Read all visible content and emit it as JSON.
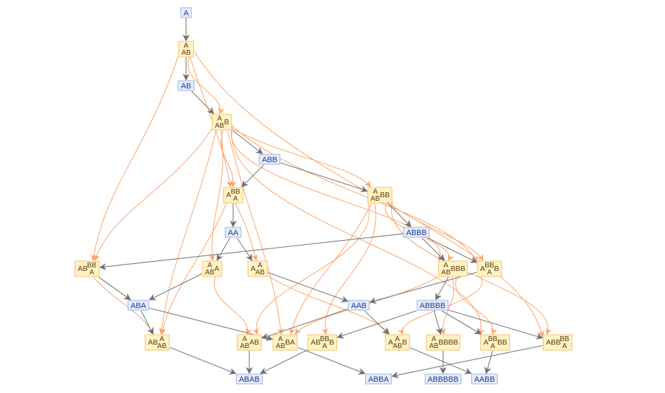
{
  "title": "Multiway system evolution graph",
  "colors": {
    "state_fill": "#e6ecfa",
    "state_stroke": "#a3b5e6",
    "state_text": "#1f3a8a",
    "event_fill": "#fff2c4",
    "event_stroke": "#f0c56e",
    "event_text": "#5a3a10",
    "state_edge": "#7a7a7a",
    "event_edge": "#f9a46a"
  },
  "states": [
    {
      "id": "s_A",
      "label": "A"
    },
    {
      "id": "s_AB",
      "label": "AB"
    },
    {
      "id": "s_ABB",
      "label": "ABB"
    },
    {
      "id": "s_AA",
      "label": "AA"
    },
    {
      "id": "s_ABBB",
      "label": "ABBB"
    },
    {
      "id": "s_ABA",
      "label": "ABA"
    },
    {
      "id": "s_AAB",
      "label": "AAB"
    },
    {
      "id": "s_ABBBB",
      "label": "ABBBB"
    },
    {
      "id": "s_ABAB",
      "label": "ABAB"
    },
    {
      "id": "s_ABBA",
      "label": "ABBA"
    },
    {
      "id": "s_ABBBBB",
      "label": "ABBBBB"
    },
    {
      "id": "s_AABB",
      "label": "AABB"
    }
  ],
  "events": [
    {
      "id": "e1",
      "pre": "",
      "top": "A",
      "bottom": "AB",
      "post": ""
    },
    {
      "id": "e2",
      "pre": "",
      "top": "A",
      "bottom": "AB",
      "post": "B"
    },
    {
      "id": "e3",
      "pre": "A",
      "top": "BB",
      "bottom": "A",
      "post": ""
    },
    {
      "id": "e4",
      "pre": "",
      "top": "A",
      "bottom": "AB",
      "post": "BB"
    },
    {
      "id": "e5",
      "pre": "AB",
      "top": "BB",
      "bottom": "A",
      "post": ""
    },
    {
      "id": "e6",
      "pre": "",
      "top": "A",
      "bottom": "AB",
      "post": "A"
    },
    {
      "id": "e7",
      "pre": "A",
      "top": "A",
      "bottom": "AB",
      "post": ""
    },
    {
      "id": "e8",
      "pre": "",
      "top": "A",
      "bottom": "AB",
      "post": "BBB"
    },
    {
      "id": "e9",
      "pre": "A",
      "top": "BB",
      "bottom": "A",
      "post": "B"
    },
    {
      "id": "e10",
      "pre": "AB",
      "top": "A",
      "bottom": "AB",
      "post": ""
    },
    {
      "id": "e11",
      "pre": "",
      "top": "A",
      "bottom": "AB",
      "post": "AB"
    },
    {
      "id": "e12",
      "pre": "",
      "top": "A",
      "bottom": "AB",
      "post": "BA"
    },
    {
      "id": "e13",
      "pre": "AB",
      "top": "BB",
      "bottom": "A",
      "post": "B"
    },
    {
      "id": "e14",
      "pre": "A",
      "top": "A",
      "bottom": "AB",
      "post": "B"
    },
    {
      "id": "e15",
      "pre": "",
      "top": "A",
      "bottom": "AB",
      "post": "BBBB"
    },
    {
      "id": "e16",
      "pre": "A",
      "top": "BB",
      "bottom": "A",
      "post": "BB"
    },
    {
      "id": "e17",
      "pre": "ABB",
      "top": "BB",
      "bottom": "A",
      "post": ""
    }
  ],
  "state_edges": [
    [
      "s_A",
      "e1"
    ],
    [
      "e1",
      "s_AB"
    ],
    [
      "s_AB",
      "e2"
    ],
    [
      "e2",
      "s_ABB"
    ],
    [
      "s_ABB",
      "e3"
    ],
    [
      "s_ABB",
      "e4"
    ],
    [
      "e3",
      "s_AA"
    ],
    [
      "e4",
      "s_ABBB"
    ],
    [
      "s_ABBB",
      "e5"
    ],
    [
      "s_ABBB",
      "e8"
    ],
    [
      "s_ABBB",
      "e9"
    ],
    [
      "s_AA",
      "e6"
    ],
    [
      "s_AA",
      "e7"
    ],
    [
      "e5",
      "s_ABA"
    ],
    [
      "e6",
      "s_ABA"
    ],
    [
      "e7",
      "s_AAB"
    ],
    [
      "e9",
      "s_AAB"
    ],
    [
      "e8",
      "s_ABBBB"
    ],
    [
      "s_ABA",
      "e10"
    ],
    [
      "s_ABA",
      "e12"
    ],
    [
      "s_AAB",
      "e11"
    ],
    [
      "s_AAB",
      "e14"
    ],
    [
      "s_ABBBB",
      "e13"
    ],
    [
      "s_ABBBB",
      "e15"
    ],
    [
      "s_ABBBB",
      "e16"
    ],
    [
      "s_ABBBB",
      "e17"
    ],
    [
      "e10",
      "s_ABAB"
    ],
    [
      "e11",
      "s_ABAB"
    ],
    [
      "e13",
      "s_ABAB"
    ],
    [
      "e12",
      "s_ABBA"
    ],
    [
      "e17",
      "s_ABBA"
    ],
    [
      "e15",
      "s_ABBBBB"
    ],
    [
      "e14",
      "s_AABB"
    ],
    [
      "e16",
      "s_AABB"
    ]
  ],
  "event_edges": [
    [
      "e1",
      "e2"
    ],
    [
      "e1",
      "e3"
    ],
    [
      "e1",
      "e5"
    ],
    [
      "e1",
      "e17"
    ],
    [
      "e2",
      "e3"
    ],
    [
      "e2",
      "e4"
    ],
    [
      "e2",
      "e5"
    ],
    [
      "e2",
      "e6"
    ],
    [
      "e2",
      "e10"
    ],
    [
      "e2",
      "e12"
    ],
    [
      "e2",
      "e8"
    ],
    [
      "e2",
      "e9"
    ],
    [
      "e2",
      "e16"
    ],
    [
      "e3",
      "e7"
    ],
    [
      "e3",
      "e10"
    ],
    [
      "e4",
      "e11"
    ],
    [
      "e4",
      "e12"
    ],
    [
      "e4",
      "e13"
    ],
    [
      "e4",
      "e8"
    ],
    [
      "e4",
      "e9"
    ],
    [
      "e4",
      "e17"
    ],
    [
      "e5",
      "e10"
    ],
    [
      "e6",
      "e11"
    ],
    [
      "e7",
      "e14"
    ],
    [
      "e8",
      "e12"
    ],
    [
      "e8",
      "e15"
    ],
    [
      "e8",
      "e16"
    ],
    [
      "e9",
      "e14"
    ]
  ]
}
